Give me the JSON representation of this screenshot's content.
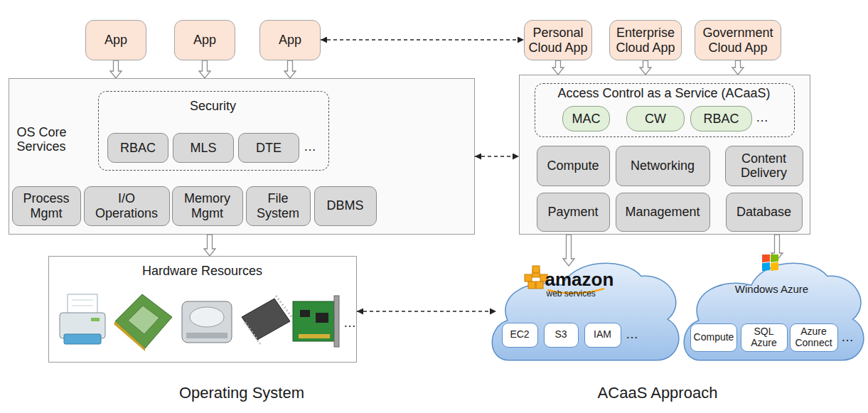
{
  "diagram": {
    "nodes": [
      {
        "text": [
          "App"
        ]
      },
      {
        "text": [
          "App"
        ]
      },
      {
        "text": [
          "App"
        ]
      },
      {
        "text": [
          "OS Core Services"
        ]
      },
      {
        "text": [
          "Security"
        ],
        "in": 3
      },
      {
        "text": [
          "RBAC"
        ],
        "in": 4
      },
      {
        "text": [
          "MLS"
        ],
        "in": 4
      },
      {
        "text": [
          "DTE"
        ],
        "in": 4
      },
      {
        "text": [
          "Process Mgmt"
        ],
        "in": 3
      },
      {
        "text": [
          "I/O Operations"
        ],
        "in": 3
      },
      {
        "text": [
          "Memory Mgmt"
        ],
        "in": 3
      },
      {
        "text": [
          "File System"
        ],
        "in": 3
      },
      {
        "text": [
          "DBMS"
        ],
        "in": 3
      },
      {
        "text": [
          "Hardware Resources"
        ]
      },
      {
        "text": [
          "Personal Cloud App"
        ]
      },
      {
        "text": [
          "Enterprise Cloud App"
        ]
      },
      {
        "text": [
          "Government Cloud App"
        ]
      },
      {
        "text": []
      },
      {
        "text": [
          "Access Control as a Service (ACaaS)"
        ],
        "in": 17
      },
      {
        "text": [
          "MAC"
        ],
        "in": 18
      },
      {
        "text": [
          "CW"
        ],
        "in": 18
      },
      {
        "text": [
          "RBAC"
        ],
        "in": 18
      },
      {
        "text": [
          "Compute"
        ],
        "in": 17
      },
      {
        "text": [
          "Networking"
        ],
        "in": 17
      },
      {
        "text": [
          "Content Delivery"
        ],
        "in": 17
      },
      {
        "text": [
          "Payment"
        ],
        "in": 17
      },
      {
        "text": [
          "Management"
        ],
        "in": 17
      },
      {
        "text": [
          "Database"
        ],
        "in": 17
      },
      {
        "text": [
          "amazon",
          "web services"
        ]
      },
      {
        "text": [
          "EC2"
        ],
        "in": 28
      },
      {
        "text": [
          "S3"
        ],
        "in": 28
      },
      {
        "text": [
          "IAM"
        ],
        "in": 28
      },
      {
        "text": [
          "Windows Azure"
        ]
      },
      {
        "text": [
          "Compute"
        ],
        "in": 32
      },
      {
        "text": [
          "SQL Azure"
        ],
        "in": 32
      },
      {
        "text": [
          "Azure Connect"
        ],
        "in": 32
      }
    ],
    "edges": [
      {
        "from": 0,
        "to": 3,
        "arrow": "to"
      },
      {
        "from": 1,
        "to": 3,
        "arrow": "to"
      },
      {
        "from": 2,
        "to": 3,
        "arrow": "to"
      },
      {
        "from": 3,
        "to": 13,
        "arrow": "to"
      },
      {
        "from": 14,
        "to": 17,
        "arrow": "to"
      },
      {
        "from": 15,
        "to": 17,
        "arrow": "to"
      },
      {
        "from": 16,
        "to": 17,
        "arrow": "to"
      },
      {
        "from": 17,
        "to": 28,
        "arrow": "to"
      },
      {
        "from": 17,
        "to": 32,
        "arrow": "to"
      },
      {
        "from": 2,
        "to": 14,
        "arrow": "both"
      },
      {
        "from": 3,
        "to": 17,
        "arrow": "both"
      },
      {
        "from": 13,
        "to": 28,
        "arrow": "both"
      }
    ],
    "labels": [
      "…",
      "…",
      "…",
      "…",
      "…",
      "Operating System",
      "ACaaS Approach"
    ]
  }
}
